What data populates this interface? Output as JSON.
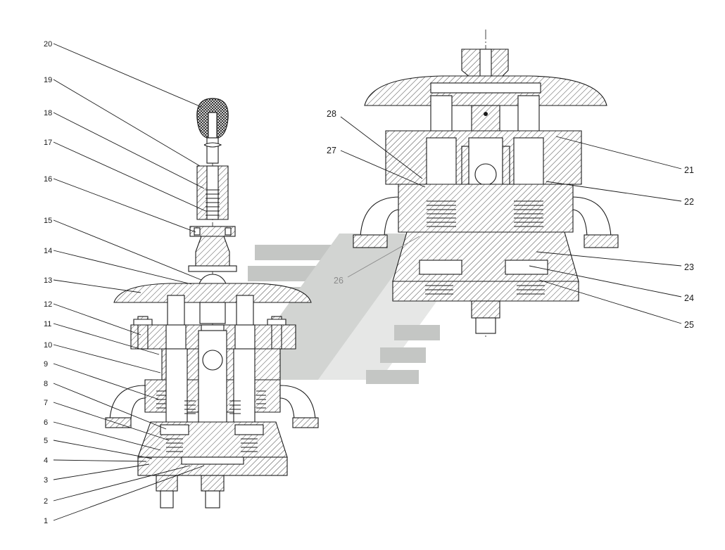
{
  "diagram": {
    "labels_left": [
      "20",
      "19",
      "18",
      "17",
      "16",
      "15",
      "14",
      "13",
      "12",
      "11",
      "10",
      "9",
      "8",
      "7",
      "6",
      "5",
      "4",
      "3",
      "2",
      "1"
    ],
    "labels_right": [
      "21",
      "22",
      "23",
      "24",
      "25"
    ],
    "labels_upper_left": [
      "28",
      "27"
    ],
    "label_26": "26"
  },
  "colors": {
    "ink": "#1a1a1a",
    "background": "#ffffff",
    "watermark": "#d2d4d2"
  }
}
